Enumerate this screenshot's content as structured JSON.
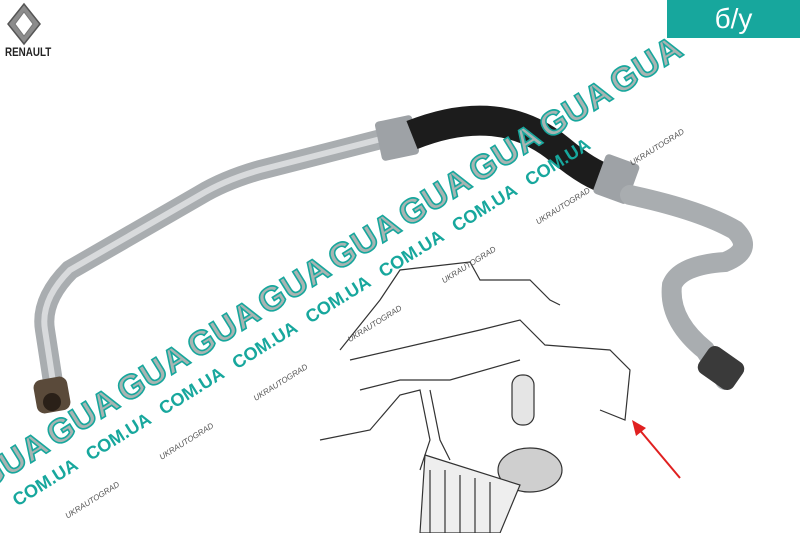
{
  "brand": {
    "name": "RENAULT"
  },
  "badge": {
    "label": "б/у"
  },
  "watermark": {
    "gua": "GUA",
    "domain": "COM.UA",
    "site": "UKRAUTOGRAD"
  },
  "colors": {
    "accent": "#17a79d",
    "hose": "#1c1c1c",
    "pipe": "#b8bcbf"
  }
}
